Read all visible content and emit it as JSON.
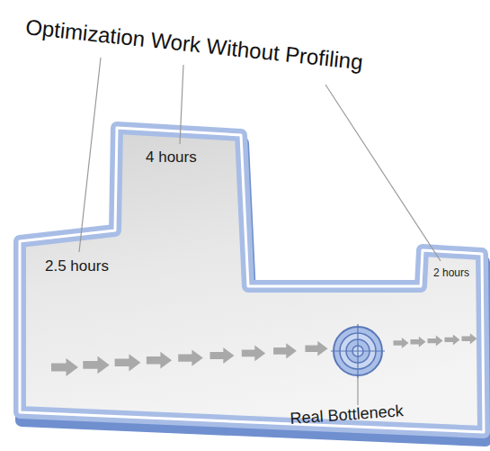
{
  "diagram": {
    "title": "Optimization Work Without Profiling",
    "nodes": [
      {
        "text": [
          "2.5 hours",
          "4 hours",
          "2 hours"
        ]
      }
    ],
    "labels": [
      "Real Bottleneck"
    ]
  }
}
